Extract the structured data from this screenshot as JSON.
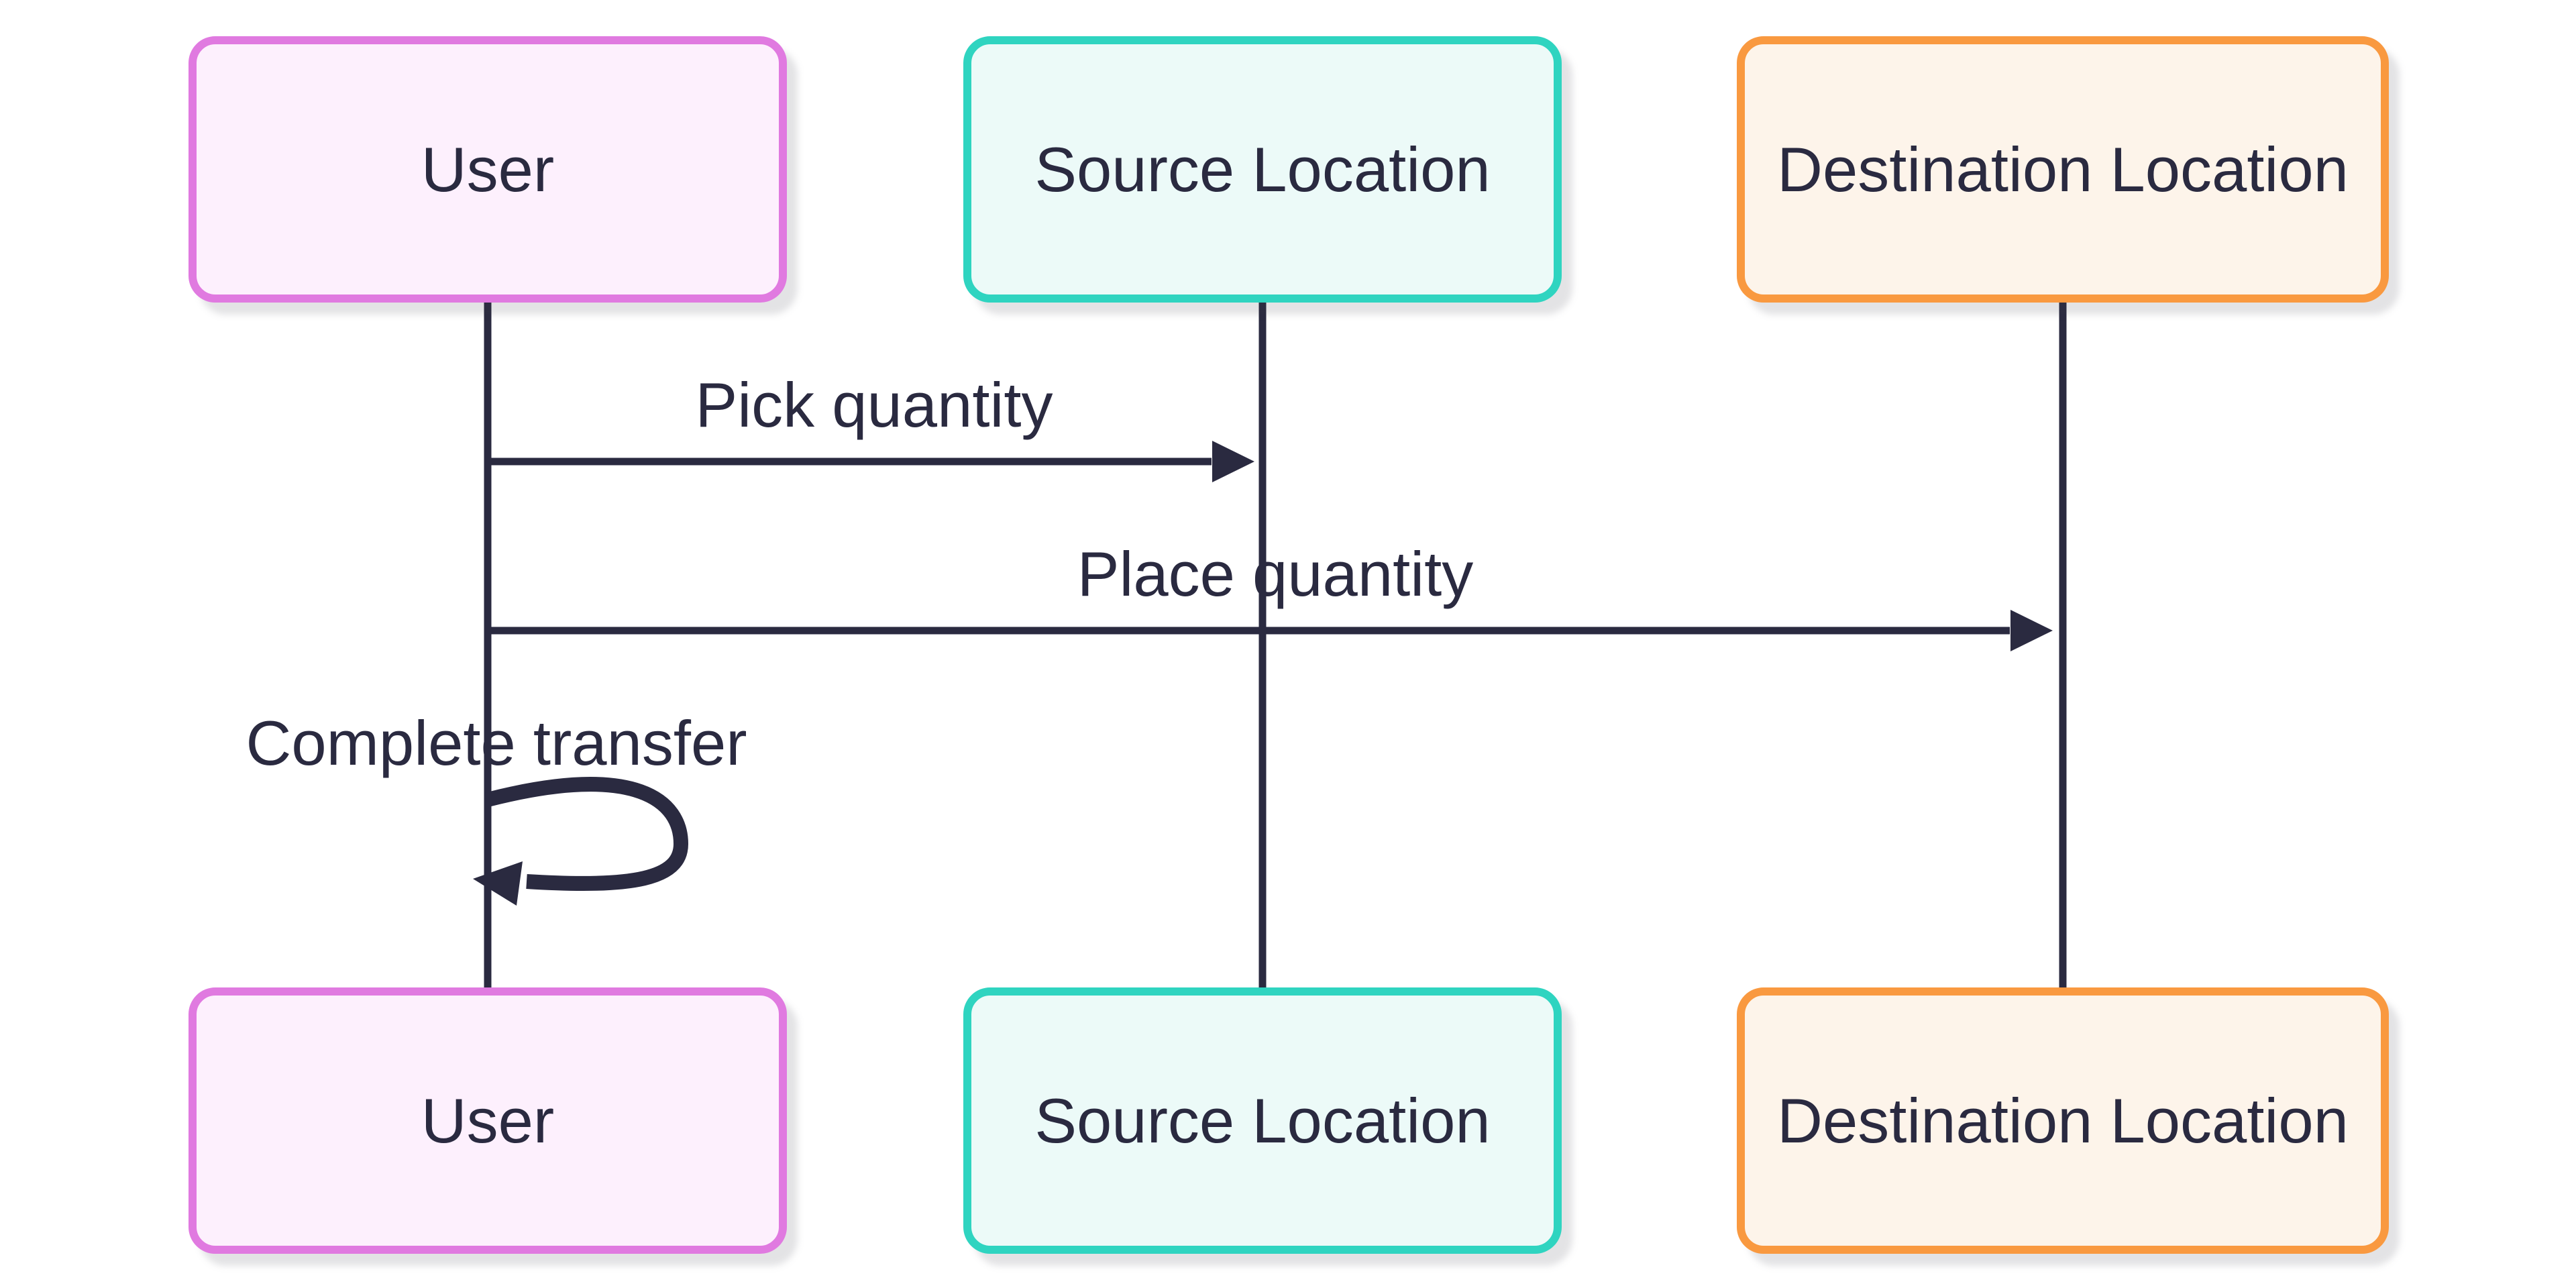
{
  "diagram": {
    "kind": "sequence-diagram",
    "background": "#ffffff",
    "colors": {
      "line": "#2a2a40",
      "text": "#2a2a40",
      "shadow": "#ececee"
    },
    "actors": [
      {
        "id": "user",
        "label": "User",
        "fill": "#fdf0fd",
        "border": "#e07ae0"
      },
      {
        "id": "source",
        "label": "Source Location",
        "fill": "#ecfaf8",
        "border": "#2fd4c0"
      },
      {
        "id": "destination",
        "label": "Destination Location",
        "fill": "#fdf4ea",
        "border": "#f99940"
      }
    ],
    "messages": [
      {
        "from": "user",
        "to": "source",
        "label": "Pick quantity",
        "type": "solid-arrow"
      },
      {
        "from": "user",
        "to": "destination",
        "label": "Place quantity",
        "type": "solid-arrow"
      },
      {
        "from": "user",
        "to": "user",
        "label": "Complete transfer",
        "type": "self-arrow"
      }
    ]
  }
}
